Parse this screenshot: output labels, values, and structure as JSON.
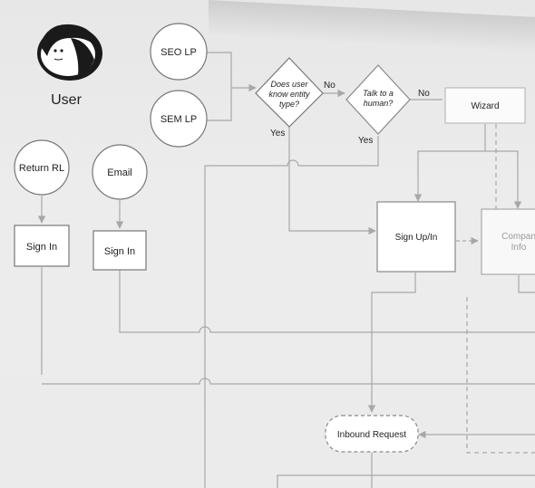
{
  "actor": {
    "label": "User",
    "icon": "user-avatar-icon"
  },
  "nodes": {
    "seo_lp": "SEO LP",
    "sem_lp": "SEM LP",
    "decision_entity": [
      "Does user",
      "know entity",
      "type?"
    ],
    "decision_human": [
      "Talk to a",
      "human?"
    ],
    "wizard": "Wizard",
    "return_rl": "Return RL",
    "email": "Email",
    "sign_in_1": "Sign In",
    "sign_in_2": "Sign In",
    "sign_up_in": "Sign Up/In",
    "company_info": [
      "Compan",
      "Info"
    ],
    "inbound_request": "Inbound Request"
  },
  "edge_labels": {
    "no_1": "No",
    "no_2": "No",
    "yes_1": "Yes",
    "yes_2": "Yes"
  },
  "colors": {
    "background": "#e9e9e9",
    "shape_fill": "#ffffff",
    "line": "#a8a8a8",
    "text": "#222222"
  }
}
